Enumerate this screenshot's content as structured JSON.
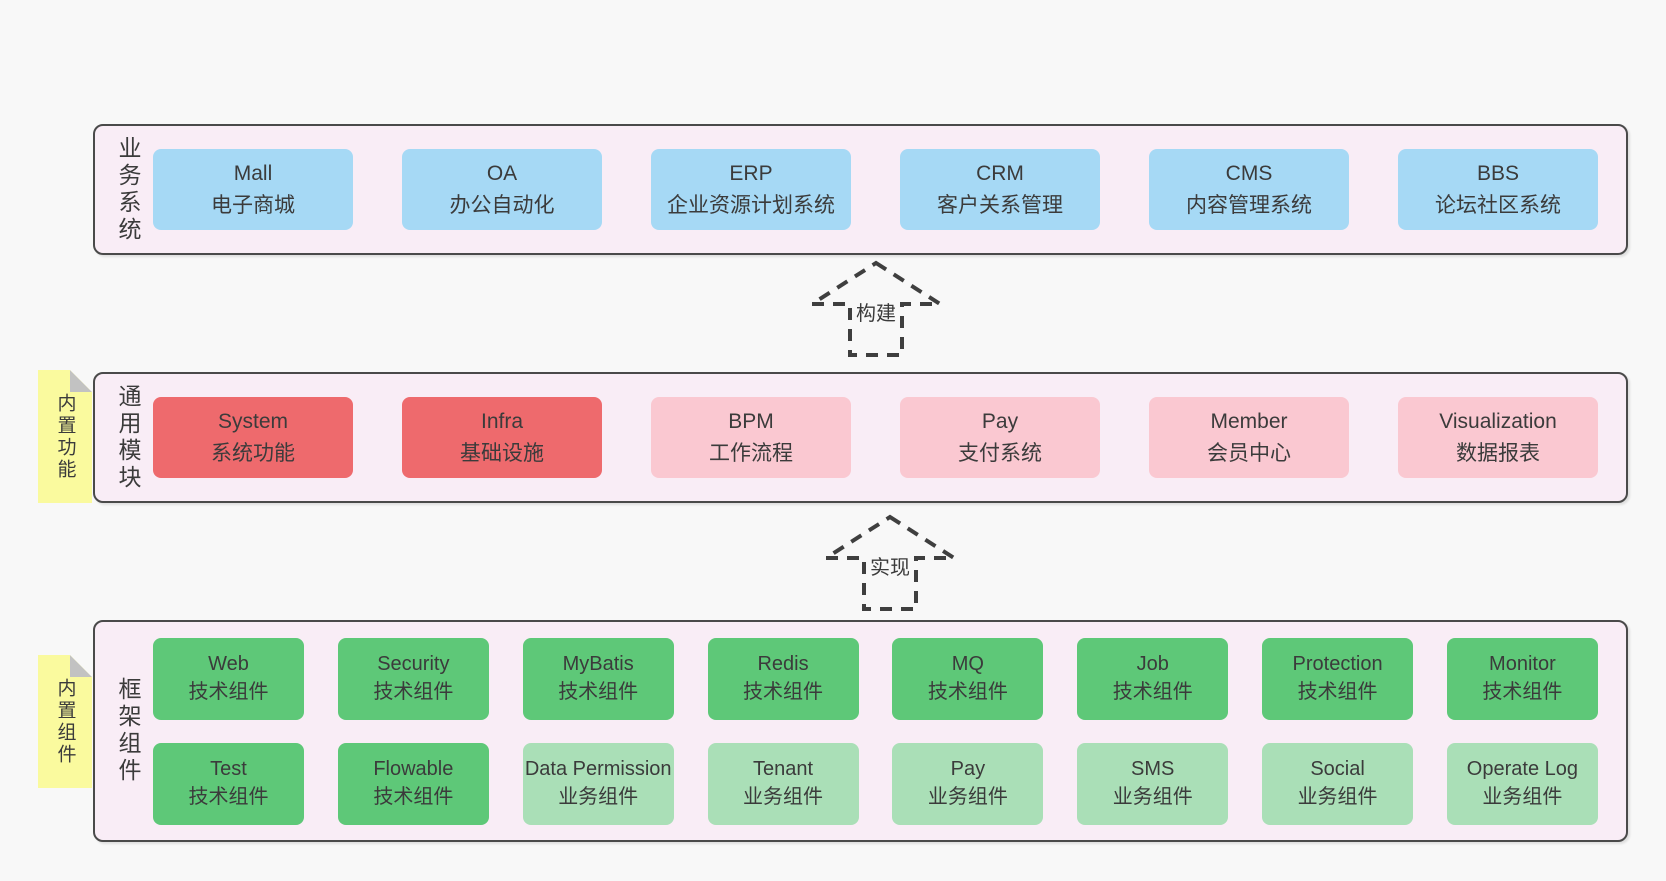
{
  "diagram": {
    "colors": {
      "page": "#f8f8f8",
      "panel": "#f9edf6",
      "border": "#4a4a4a",
      "ink": "#3b3b3b",
      "arrow": "#3f3f3f",
      "sticky": "#fafa9e",
      "fold": "#c2c2c2",
      "blue": "#a6d9f5",
      "red": "#ee6a6d",
      "pink": "#fac8d1",
      "green": "#5ec878",
      "lightgreen": "#aadfb7"
    },
    "arrows": [
      {
        "label": "构建"
      },
      {
        "label": "实现"
      }
    ],
    "layers": [
      {
        "label": "业务系统",
        "sticky": null,
        "rows": [
          [
            {
              "en": "Mall",
              "zh": "电子商城",
              "color": "blue"
            },
            {
              "en": "OA",
              "zh": "办公自动化",
              "color": "blue"
            },
            {
              "en": "ERP",
              "zh": "企业资源计划系统",
              "color": "blue"
            },
            {
              "en": "CRM",
              "zh": "客户关系管理",
              "color": "blue"
            },
            {
              "en": "CMS",
              "zh": "内容管理系统",
              "color": "blue"
            },
            {
              "en": "BBS",
              "zh": "论坛社区系统",
              "color": "blue"
            }
          ]
        ]
      },
      {
        "label": "通用模块",
        "sticky": "内置功能",
        "rows": [
          [
            {
              "en": "System",
              "zh": "系统功能",
              "color": "red"
            },
            {
              "en": "Infra",
              "zh": "基础设施",
              "color": "red"
            },
            {
              "en": "BPM",
              "zh": "工作流程",
              "color": "pink"
            },
            {
              "en": "Pay",
              "zh": "支付系统",
              "color": "pink"
            },
            {
              "en": "Member",
              "zh": "会员中心",
              "color": "pink"
            },
            {
              "en": "Visualization",
              "zh": "数据报表",
              "color": "pink"
            }
          ]
        ]
      },
      {
        "label": "框架组件",
        "sticky": "内置组件",
        "rows": [
          [
            {
              "en": "Web",
              "zh": "技术组件",
              "color": "green"
            },
            {
              "en": "Security",
              "zh": "技术组件",
              "color": "green"
            },
            {
              "en": "MyBatis",
              "zh": "技术组件",
              "color": "green"
            },
            {
              "en": "Redis",
              "zh": "技术组件",
              "color": "green"
            },
            {
              "en": "MQ",
              "zh": "技术组件",
              "color": "green"
            },
            {
              "en": "Job",
              "zh": "技术组件",
              "color": "green"
            },
            {
              "en": "Protection",
              "zh": "技术组件",
              "color": "green"
            },
            {
              "en": "Monitor",
              "zh": "技术组件",
              "color": "green"
            }
          ],
          [
            {
              "en": "Test",
              "zh": "技术组件",
              "color": "green"
            },
            {
              "en": "Flowable",
              "zh": "技术组件",
              "color": "green"
            },
            {
              "en": "Data Permission",
              "zh": "业务组件",
              "color": "lightgreen"
            },
            {
              "en": "Tenant",
              "zh": "业务组件",
              "color": "lightgreen"
            },
            {
              "en": "Pay",
              "zh": "业务组件",
              "color": "lightgreen"
            },
            {
              "en": "SMS",
              "zh": "业务组件",
              "color": "lightgreen"
            },
            {
              "en": "Social",
              "zh": "业务组件",
              "color": "lightgreen"
            },
            {
              "en": "Operate Log",
              "zh": "业务组件",
              "color": "lightgreen"
            }
          ]
        ]
      }
    ]
  }
}
